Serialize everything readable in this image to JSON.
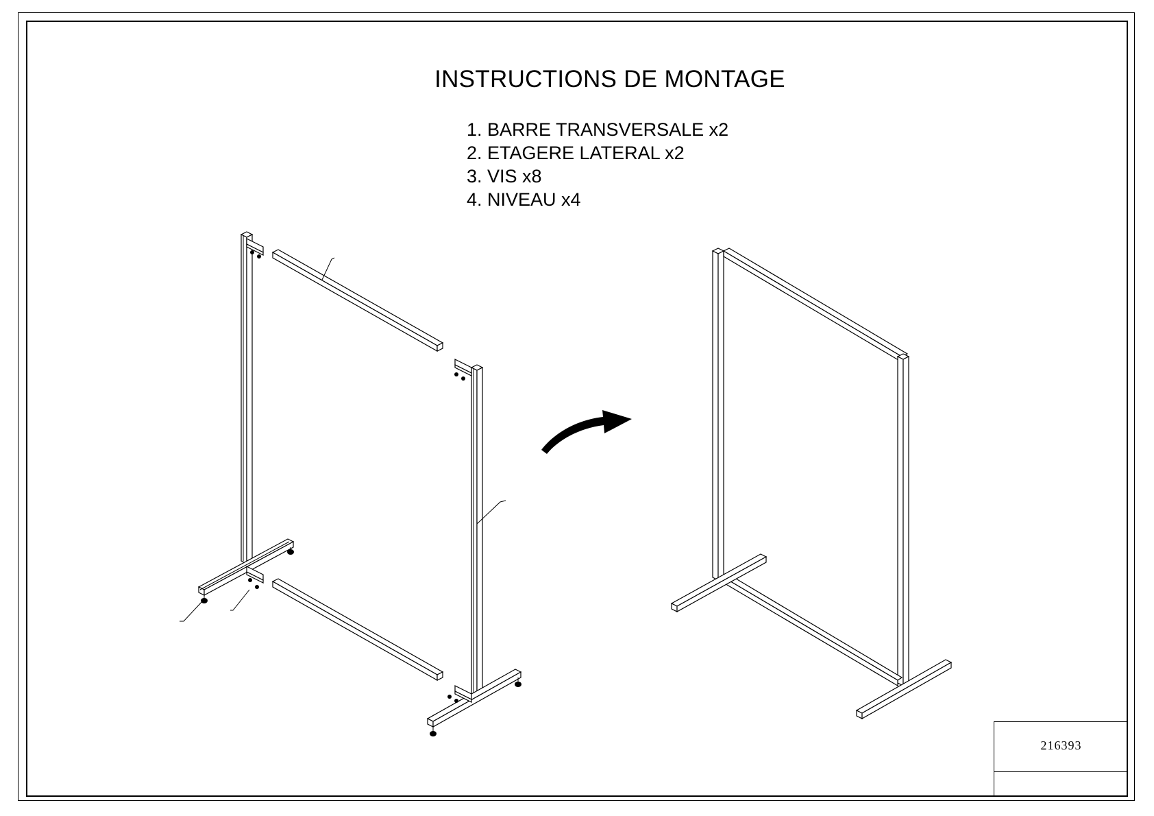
{
  "document": {
    "title": "INSTRUCTIONS DE MONTAGE",
    "parts": [
      "1. BARRE TRANSVERSALE x2",
      "2. ETAGERE LATERAL x2",
      "3. VIS x8",
      "4. NIVEAU x4"
    ],
    "drawing_number": "216393"
  },
  "icons": {
    "arrow": "curved-arrow-icon"
  }
}
